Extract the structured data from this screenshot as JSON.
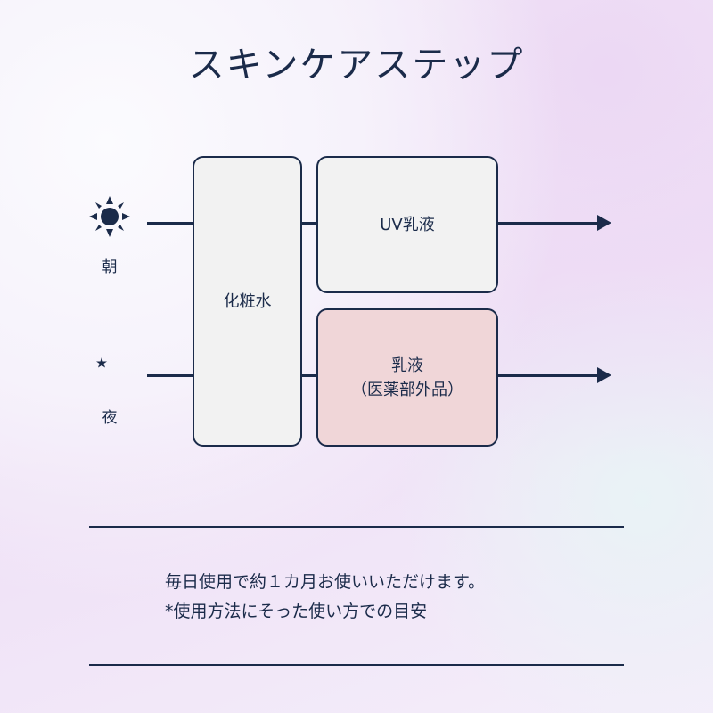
{
  "title": "スキンケアステップ",
  "times": {
    "morning": "朝",
    "night": "夜"
  },
  "steps": {
    "toner": "化粧水",
    "uv_emulsion": "UV乳液",
    "emulsion": "乳液",
    "emulsion_note": "（医薬部外品）"
  },
  "notes": [
    "毎日使用で約１カ月お使いいただけます。",
    "*使用方法にそった使い方での目安"
  ]
}
